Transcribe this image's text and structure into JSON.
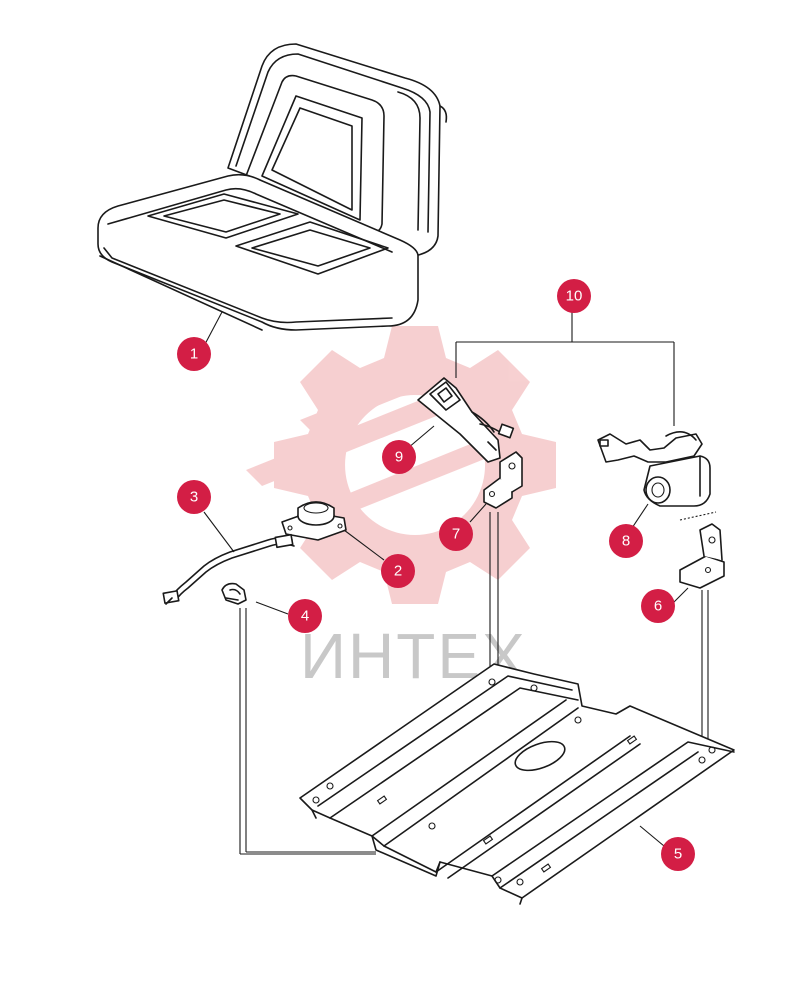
{
  "watermark": {
    "text": "ИНТЕХ",
    "color": "#f0a9ab"
  },
  "callout_color": "#d31e45",
  "callouts": [
    "1",
    "2",
    "3",
    "4",
    "5",
    "6",
    "7",
    "8",
    "9",
    "10"
  ]
}
